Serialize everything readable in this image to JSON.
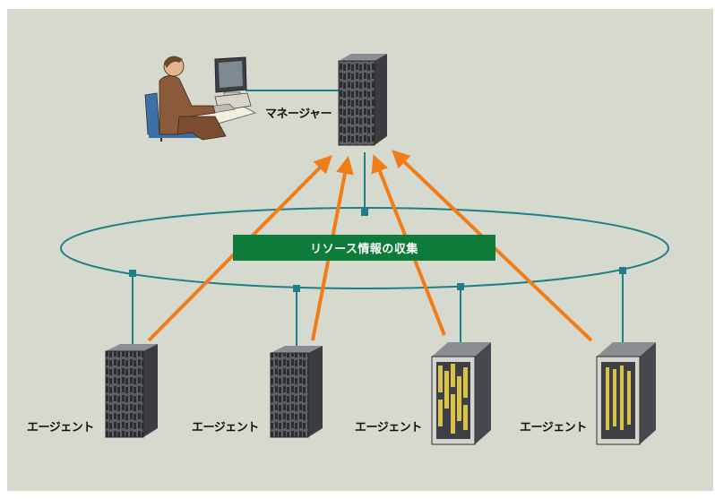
{
  "diagram": {
    "manager_label": "マネージャー",
    "banner_label": "リソース情報の収集",
    "agent_labels": [
      "エージェント",
      "エージェント",
      "エージェント",
      "エージェント"
    ],
    "colors": {
      "background": "#d5d9ce",
      "network_line": "#1f7f86",
      "arrow": "#f07d18",
      "banner": "#0f7b3a",
      "server_dark": "#4a4d52",
      "rack_accent": "#d9c24a"
    },
    "icons": [
      "operator-at-workstation-icon",
      "tower-server-icon",
      "rack-server-icon"
    ]
  }
}
